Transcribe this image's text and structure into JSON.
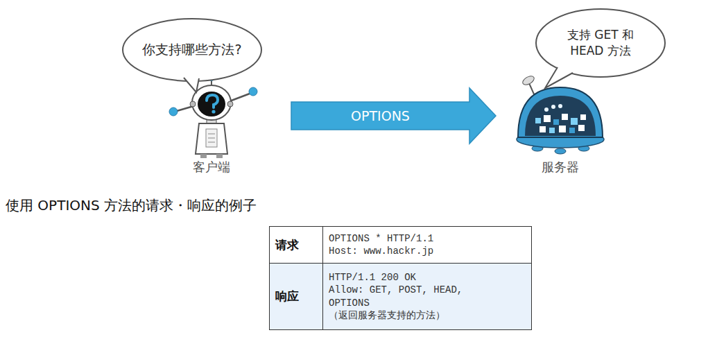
{
  "diagram": {
    "caption": "使用 OPTIONS 方法的请求・响应的例子",
    "nodes": [
      {
        "text": [
          "你支持哪些方法?"
        ]
      },
      {
        "text": [
          "客户端"
        ]
      },
      {
        "text": [
          "支持 GET 和 HEAD 方法"
        ]
      },
      {
        "text": [
          "服务器"
        ]
      }
    ],
    "edges": [
      {
        "from": 1,
        "to": 3,
        "label": "OPTIONS",
        "arrow": "to"
      }
    ],
    "labels": [
      "请求",
      "OPTIONS * HTTP/1.1",
      "Host: www.hackr.jp",
      "响应",
      "HTTP/1.1 200 OK",
      "Allow: GET, POST, HEAD, OPTIONS",
      "（返回服务器支持的方法）"
    ]
  }
}
